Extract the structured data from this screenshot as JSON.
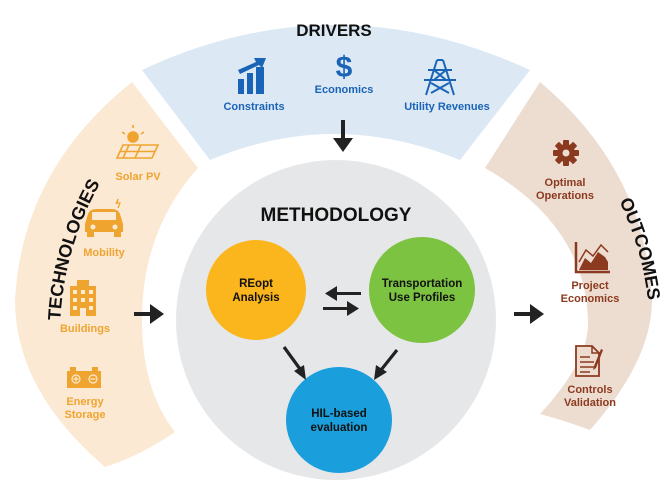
{
  "drivers": {
    "title": "DRIVERS",
    "items": [
      {
        "label": "Constraints",
        "icon": "bar-chart-rising-icon"
      },
      {
        "label": "Economics",
        "icon": "dollar-sign-icon"
      },
      {
        "label": "Utility Revenues",
        "icon": "power-tower-icon"
      }
    ]
  },
  "technologies": {
    "title": "TECHNOLOGIES",
    "items": [
      {
        "label": "Solar PV",
        "icon": "solar-panel-icon"
      },
      {
        "label": "Mobility",
        "icon": "car-icon"
      },
      {
        "label": "Buildings",
        "icon": "building-icon"
      },
      {
        "label_line1": "Energy",
        "label_line2": "Storage",
        "icon": "battery-icon"
      }
    ]
  },
  "outcomes": {
    "title": "OUTCOMES",
    "items": [
      {
        "label_line1": "Optimal",
        "label_line2": "Operations",
        "icon": "gear-icon"
      },
      {
        "label_line1": "Project",
        "label_line2": "Economics",
        "icon": "area-chart-icon"
      },
      {
        "label_line1": "Controls",
        "label_line2": "Validation",
        "icon": "clipboard-check-icon"
      }
    ]
  },
  "methodology": {
    "title": "METHODOLOGY",
    "nodes": {
      "reopt": {
        "line1": "REopt",
        "line2": "Analysis"
      },
      "transport": {
        "line1": "Transportation",
        "line2": "Use Profiles"
      },
      "hil": {
        "line1": "HIL-based",
        "line2": "evaluation"
      }
    }
  },
  "colors": {
    "drivers_band": "#dce8f4",
    "technologies_band": "#fbe9d3",
    "outcomes_band": "#eddcd0",
    "center_circle": "#e6e7e9",
    "blue_icon": "#1a64b7",
    "orange_text": "#f0a430",
    "brown_text": "#8c3a1f",
    "reopt_node": "#fbb51d",
    "transport_node": "#7dc342",
    "hil_node": "#1a9fdc",
    "arrow": "#222222"
  }
}
